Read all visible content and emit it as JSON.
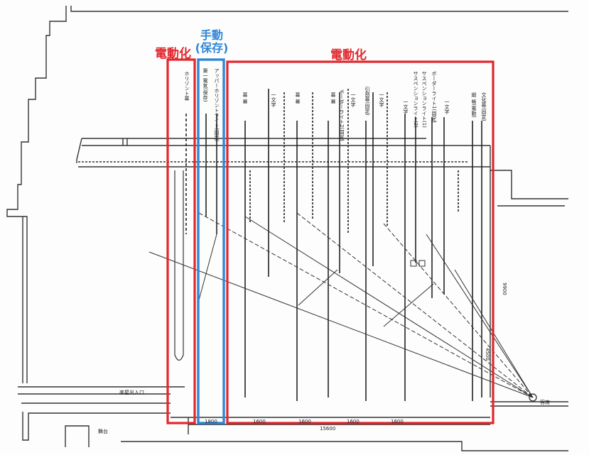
{
  "labels": {
    "electric_left": "電動化",
    "manual_line1": "手動",
    "manual_line2": "(保存)",
    "electric_right": "電動化"
  },
  "battens": [
    {
      "id": "b1",
      "text": "ホリゾント幕"
    },
    {
      "id": "b2",
      "text": "第一電気(保存)"
    },
    {
      "id": "b3",
      "text": "アッパーホリゾントライト(固定)"
    },
    {
      "id": "b4",
      "text": "幕 幕"
    },
    {
      "id": "b5",
      "text": "一文字"
    },
    {
      "id": "b6",
      "text": "幕 幕"
    },
    {
      "id": "b7",
      "text": "幕 幕"
    },
    {
      "id": "b8",
      "text": "ボーダーライト2(固定)"
    },
    {
      "id": "b9",
      "text": "一文字"
    },
    {
      "id": "b10",
      "text": "引割幕(固定)"
    },
    {
      "id": "b11",
      "text": "一文字"
    },
    {
      "id": "b12",
      "text": "一文字"
    },
    {
      "id": "b13",
      "text": "サスペンションライト(2)"
    },
    {
      "id": "b14",
      "text": "サスペンションライト(1)"
    },
    {
      "id": "b15",
      "text": "ボーダーライト1(固定)"
    },
    {
      "id": "b16",
      "text": "一文字"
    },
    {
      "id": "b17",
      "text": "緞 帳(電動)"
    },
    {
      "id": "b18",
      "text": "文化幕(固定)"
    }
  ],
  "annotations": {
    "entrance": "楽屋出入口",
    "stage": "舞台",
    "audience": "客席",
    "dim_total": "15600",
    "dim_manual": "1800",
    "dim_seg2": "1600",
    "dim_seg3": "1600",
    "dim_seg4": "1600",
    "dim_seg5": "1600",
    "dim_height1": "9900",
    "dim_height2": "4500"
  },
  "colors": {
    "electric_frame": "#e2262c",
    "manual_frame": "#2f86d6",
    "drawing_line": "#333333"
  }
}
